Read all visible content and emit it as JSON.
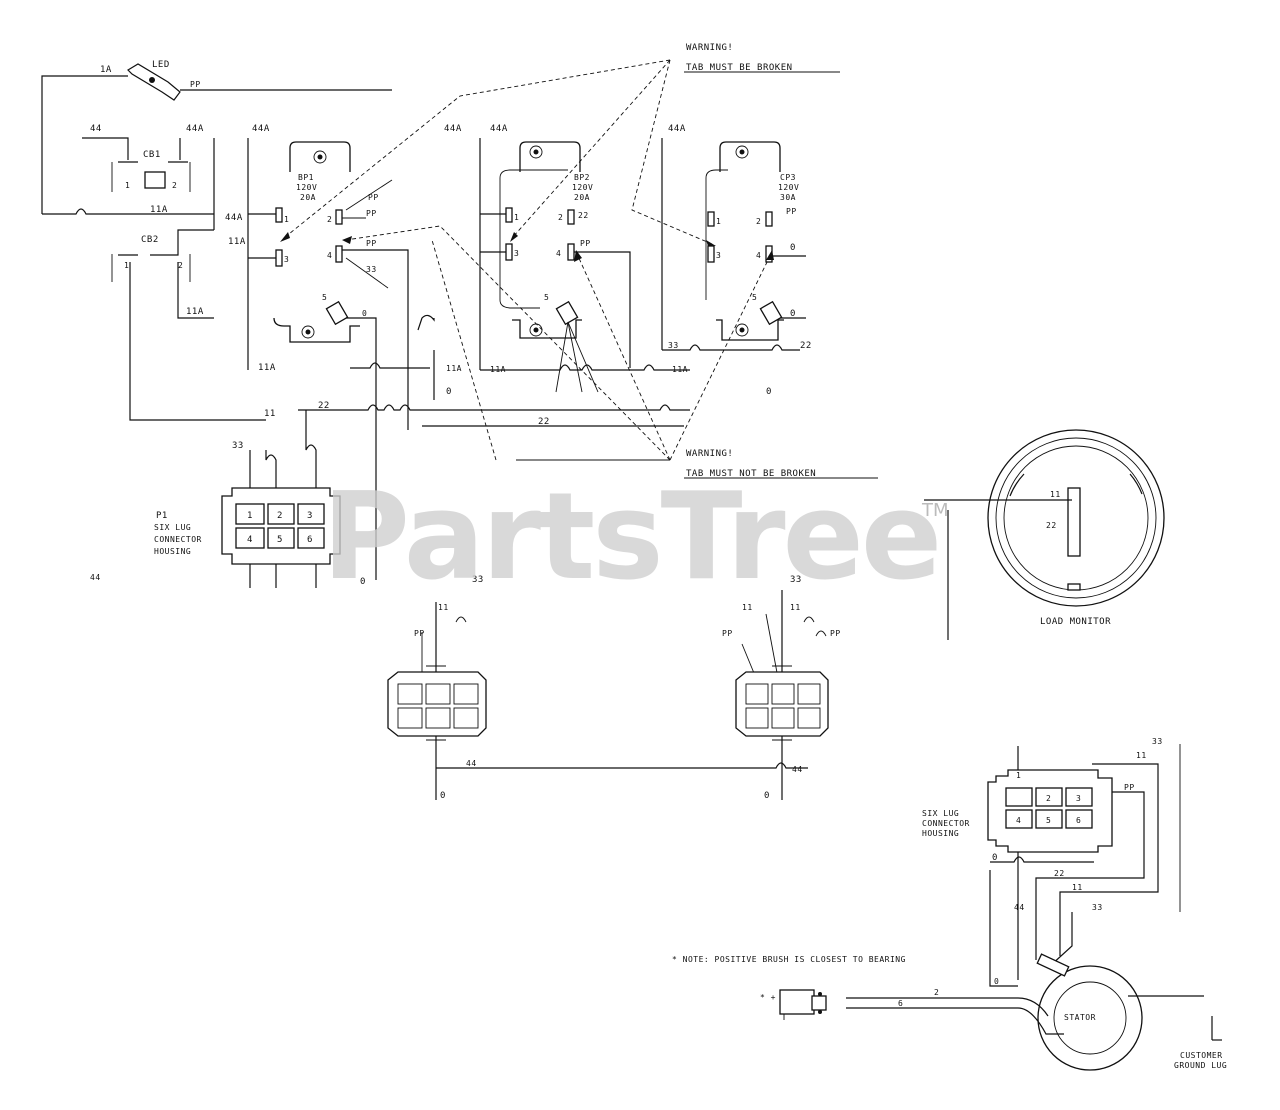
{
  "warnings": {
    "top": {
      "title": "WARNING!",
      "text": "TAB MUST BE BROKEN"
    },
    "mid": {
      "title": "WARNING!",
      "text": "TAB MUST NOT BE BROKEN"
    }
  },
  "components": {
    "led": "LED",
    "cb1": "CB1",
    "cb2": "CB2",
    "bp1": {
      "name": "BP1",
      "volt": "120V",
      "amp": "20A"
    },
    "bp2": {
      "name": "BP2",
      "volt": "120V",
      "amp": "20A"
    },
    "cp3": {
      "name": "CP3",
      "volt": "120V",
      "amp": "30A"
    },
    "p1": {
      "name": "P1",
      "line1": "SIX LUG",
      "line2": "CONNECTOR",
      "line3": "HOUSING"
    },
    "load_monitor": "LOAD MONITOR",
    "six_lug": {
      "line1": "SIX LUG",
      "line2": "CONNECTOR",
      "line3": "HOUSING"
    },
    "stator": "STATOR",
    "ground": {
      "line1": "CUSTOMER",
      "line2": "GROUND LUG"
    },
    "note": "* NOTE: POSITIVE BRUSH IS CLOSEST TO BEARING",
    "brush": "* +"
  },
  "wires": {
    "w1A": "1A",
    "w2B": "PP",
    "w44": "44",
    "w44A": "44A",
    "w11A": "11A",
    "w11": "11",
    "w22": "22",
    "w33": "33",
    "w0": "0",
    "w2": "2",
    "w6": "6",
    "wpp": "PP",
    "w1": "1",
    "w3": "3",
    "w4": "4",
    "w5": "5"
  },
  "pins": [
    "1",
    "2",
    "3",
    "4",
    "5",
    "6"
  ],
  "watermark": "PartsTree",
  "trademark": "TM"
}
